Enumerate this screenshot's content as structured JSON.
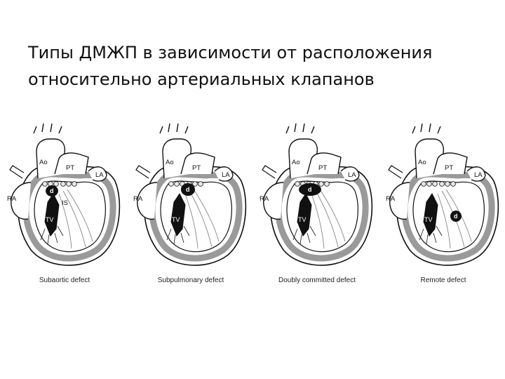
{
  "slide": {
    "title_line1": "Типы ДМЖП в зависимости от расположения",
    "title_line2": "относительно артериальных клапанов"
  },
  "diagram": {
    "labels": {
      "ao": "Ao",
      "pt": "PT",
      "la": "LA",
      "ra": "RA",
      "tv": "TV",
      "defect": "d",
      "is": "IS"
    },
    "panels": [
      {
        "caption": "Subaortic defect",
        "defect_position": "subaortic"
      },
      {
        "caption": "Subpulmonary defect",
        "defect_position": "subpulmonary"
      },
      {
        "caption": "Doubly committed defect",
        "defect_position": "doubly-committed"
      },
      {
        "caption": "Remote defect",
        "defect_position": "remote"
      }
    ]
  }
}
